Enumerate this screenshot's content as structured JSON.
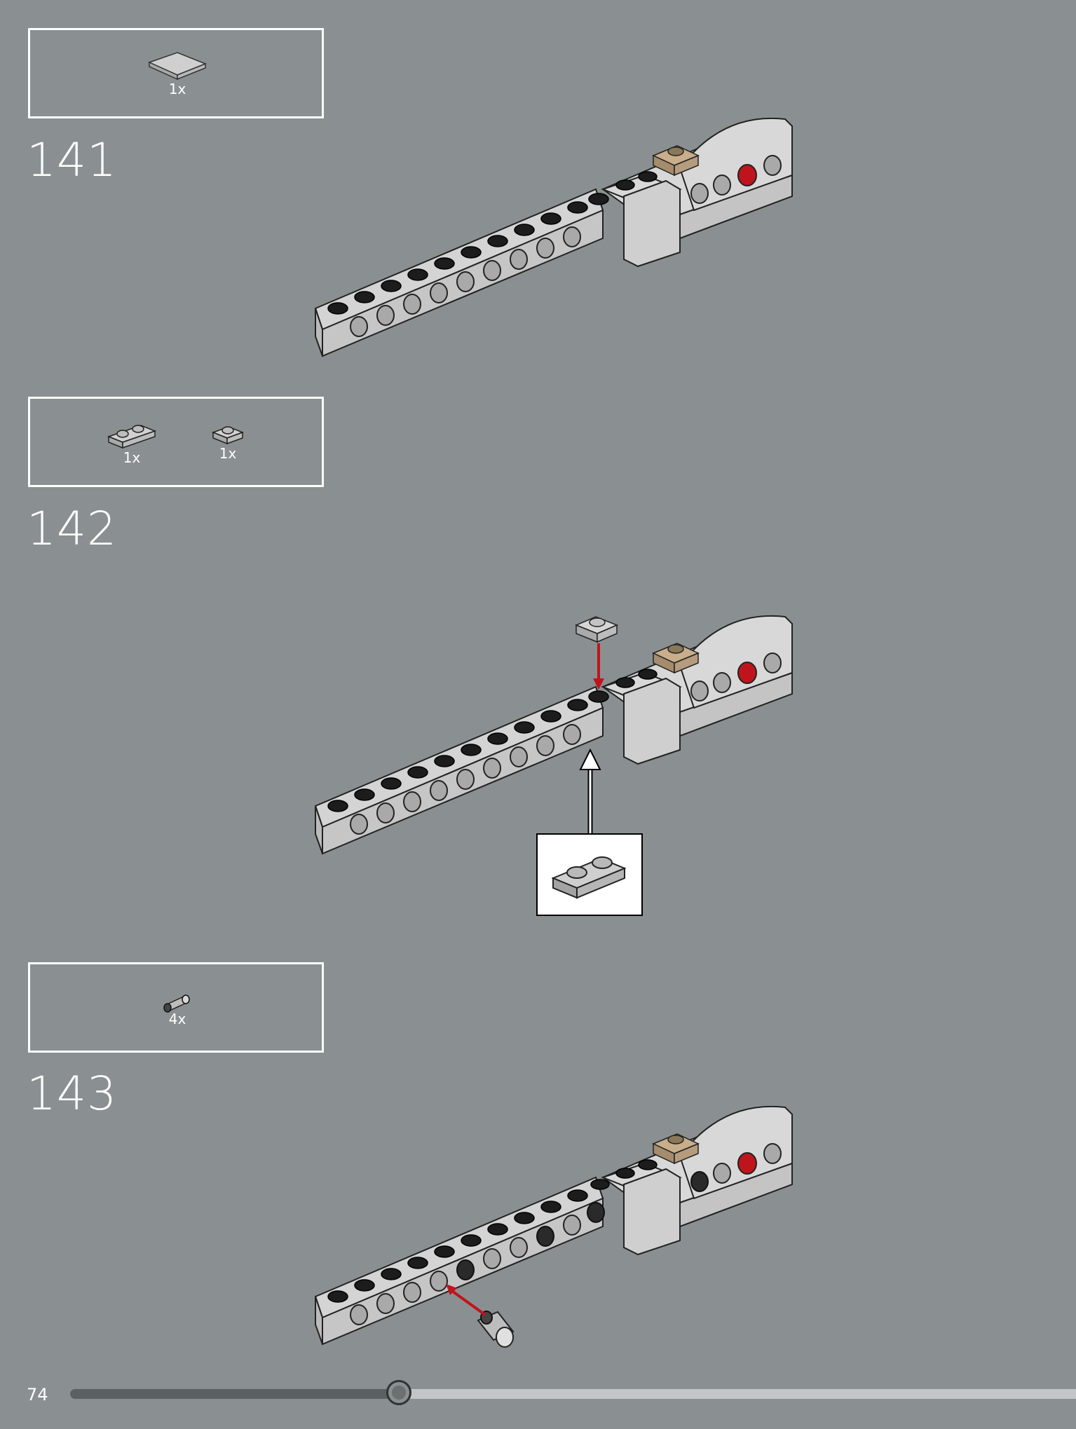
{
  "steps": [
    {
      "number": "141",
      "parts": [
        {
          "qty": "1x",
          "icon": "tile-2x2-icon"
        }
      ]
    },
    {
      "number": "142",
      "parts": [
        {
          "qty": "1x",
          "icon": "plate-1x2-icon"
        },
        {
          "qty": "1x",
          "icon": "plate-1x1-icon"
        }
      ]
    },
    {
      "number": "143",
      "parts": [
        {
          "qty": "4x",
          "icon": "pin-icon"
        }
      ]
    }
  ],
  "page": {
    "number": "74",
    "progress_fraction": 0.327
  },
  "colors": {
    "background": "#8a9091",
    "brick_light_gray": "#c8c8c8",
    "stud_black": "#1a1a1a",
    "tan": "#b8a080",
    "arrow_red": "#c0141c"
  }
}
